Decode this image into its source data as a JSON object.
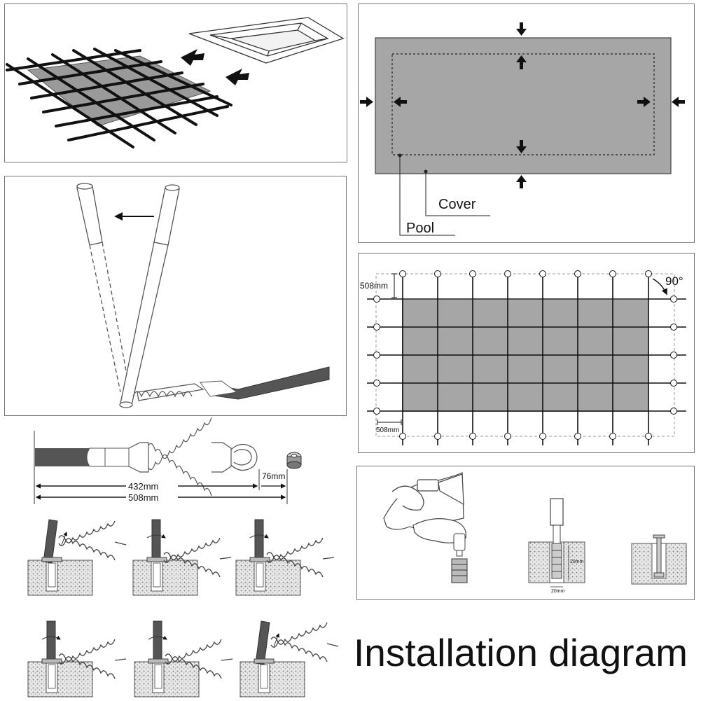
{
  "title": "Installation diagram",
  "cover_layout": {
    "cover_label": "Cover",
    "pool_label": "Pool"
  },
  "anchor_grid": {
    "spacing_label": "508mm",
    "edge_label": "508mm",
    "angle_label": "90°"
  },
  "spring_dims": {
    "dim_a": "432mm",
    "dim_b": "508mm",
    "dim_c": "76mm"
  },
  "anchor_detail": {
    "depth_label": "20mm",
    "width_label": "20mm"
  }
}
